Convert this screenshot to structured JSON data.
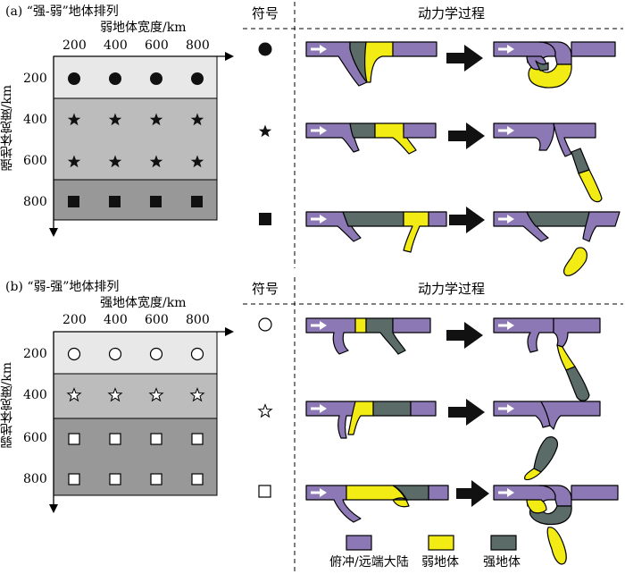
{
  "colors": {
    "purple": "#8c78b4",
    "yellow": "#f2eb14",
    "green": "#5a6b68",
    "band_light": "#e8e8e8",
    "band_mid": "#bcbcbc",
    "band_dark": "#989898"
  },
  "panel_a": {
    "title": "(a) “强-弱”地体排列",
    "x_axis_title": "弱地体宽度/km",
    "y_axis_title": "强地体宽度/km",
    "x_ticks": [
      "200",
      "400",
      "600",
      "800"
    ],
    "y_ticks": [
      "200",
      "400",
      "600",
      "800"
    ],
    "symbol_header": "符号",
    "process_header": "动力学过程",
    "rows": [
      {
        "symbol": "filled-circle"
      },
      {
        "symbol": "filled-star"
      },
      {
        "symbol": "filled-square"
      }
    ]
  },
  "panel_b": {
    "title": "(b) “弱-强”地体排列",
    "x_axis_title": "强地体宽度/km",
    "y_axis_title": "弱地体宽度/km",
    "x_ticks": [
      "200",
      "400",
      "600",
      "800"
    ],
    "y_ticks": [
      "200",
      "400",
      "600",
      "800"
    ],
    "symbol_header": "符号",
    "process_header": "动力学过程",
    "rows": [
      {
        "symbol": "open-circle"
      },
      {
        "symbol": "open-star"
      },
      {
        "symbol": "open-square"
      }
    ]
  },
  "legend": [
    {
      "label": "俯冲/远端大陆",
      "color": "#8c78b4"
    },
    {
      "label": "弱地体",
      "color": "#f2eb14"
    },
    {
      "label": "强地体",
      "color": "#5a6b68"
    }
  ]
}
